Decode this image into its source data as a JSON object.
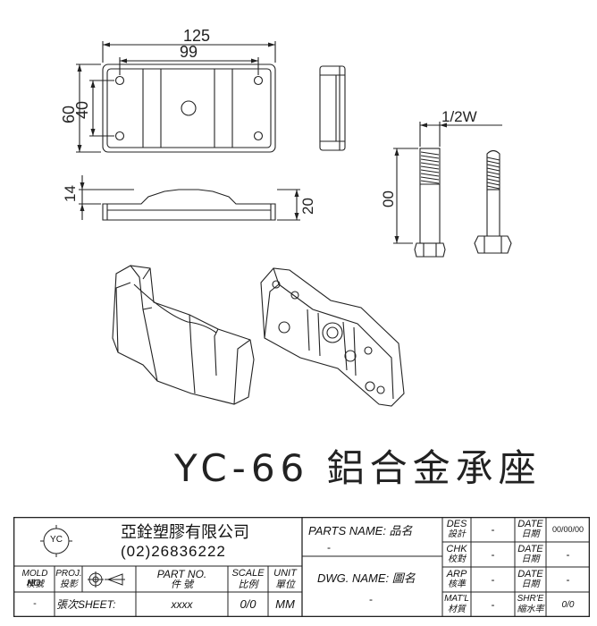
{
  "drawing": {
    "dims": {
      "overall_length": "125",
      "hole_spacing_length": "99",
      "overall_width": "60",
      "hole_spacing_width": "40",
      "side_height": "14",
      "side_total": "20",
      "bolt_length": "00",
      "bolt_thread": "1/2W"
    },
    "model_title": "YC-66 鋁合金承座"
  },
  "title_block": {
    "logo_text": "YC",
    "company_name": "亞銓塑膠有限公司",
    "company_phone": "(02)26836222",
    "mold_no_label_en": "MOLD NO.",
    "mold_no_label_cn": "模號",
    "mold_no_value": "-",
    "proj_label_en": "PROJ.",
    "proj_label_cn": "投影",
    "sheet_label": "張次SHEET:",
    "part_no_label_en": "PART NO.",
    "part_no_label_cn": "件 號",
    "part_no_value": "xxxx",
    "scale_label_en": "SCALE",
    "scale_label_cn": "比例",
    "scale_value": "0/0",
    "unit_label_en": "UNIT",
    "unit_label_cn": "單位",
    "unit_value": "MM",
    "parts_name_label": "PARTS NAME: 品名",
    "parts_name_value": "-",
    "dwg_name_label": "DWG. NAME: 圖名",
    "dwg_name_value": "-",
    "rows": [
      {
        "label_en": "DES",
        "label_cn": "設計",
        "value": "-",
        "date_en": "DATE",
        "date_cn": "日期",
        "date_value": "00/00/00"
      },
      {
        "label_en": "CHK",
        "label_cn": "校對",
        "value": "-",
        "date_en": "DATE",
        "date_cn": "日期",
        "date_value": "-"
      },
      {
        "label_en": "ARP",
        "label_cn": "核準",
        "value": "-",
        "date_en": "DATE",
        "date_cn": "日期",
        "date_value": "-"
      },
      {
        "label_en": "MAT'L",
        "label_cn": "材質",
        "value": "-",
        "date_en": "SHR'E",
        "date_cn": "縮水率",
        "date_value": "0/0"
      }
    ]
  }
}
